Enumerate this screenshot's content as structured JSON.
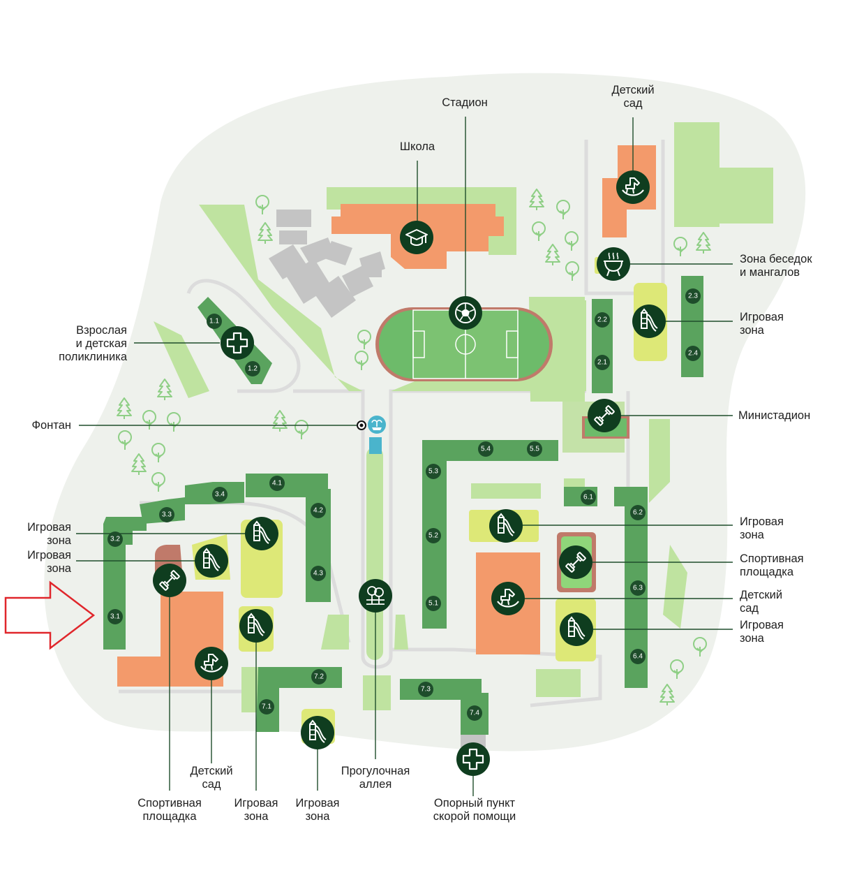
{
  "colors": {
    "background_blob": "#eef1ec",
    "light_green": "#bfe3a0",
    "mid_green": "#88cc79",
    "building": "#5aa35e",
    "building_badge": "#1e4d2b",
    "icon_circle": "#0f3d1f",
    "orange": "#f39a6b",
    "yellow": "#dde877",
    "gray": "#c4c4c4",
    "field": "#6dbb6a",
    "track": "#c07a6a",
    "fountain": "#4ab4cc",
    "arrow": "#e0262b"
  },
  "labels": {
    "stadium": "Стадион",
    "school": "Школа",
    "kindergarten_top": "Детский\nсад",
    "bbq": "Зона беседок\nи мангалов",
    "playground_r1": "Игровая\nзона",
    "clinic": "Взрослая\nи детская\nполиклиника",
    "fountain": "Фонтан",
    "ministadium": "Министадион",
    "playground_l1": "Игровая\nзона",
    "playground_l2": "Игровая\nзона",
    "playground_r2": "Игровая\nзона",
    "sport_r": "Спортивная\nплощадка",
    "kindergarten_r": "Детский\nсад",
    "playground_r3": "Игровая\nзона",
    "kindergarten_b": "Детский\nсад",
    "sport_b": "Спортивная\nплощадка",
    "playground_b1": "Игровая\nзона",
    "playground_b2": "Игровая\nзона",
    "alley": "Прогулочная\nаллея",
    "ambulance": "Опорный пункт\nскорой помощи"
  },
  "buildings": [
    "1.1",
    "1.2",
    "2.1",
    "2.2",
    "2.3",
    "2.4",
    "3.1",
    "3.2",
    "3.3",
    "3.4",
    "4.1",
    "4.2",
    "4.3",
    "5.1",
    "5.2",
    "5.3",
    "5.4",
    "5.5",
    "6.1",
    "6.2",
    "6.3",
    "6.4",
    "7.1",
    "7.2",
    "7.3",
    "7.4"
  ],
  "icons": [
    "graduation-cap-icon",
    "football-icon",
    "rocking-horse-icon",
    "grill-icon",
    "slide-icon",
    "medical-cross-icon",
    "fountain-icon",
    "dumbbell-icon",
    "trees-bench-icon"
  ]
}
